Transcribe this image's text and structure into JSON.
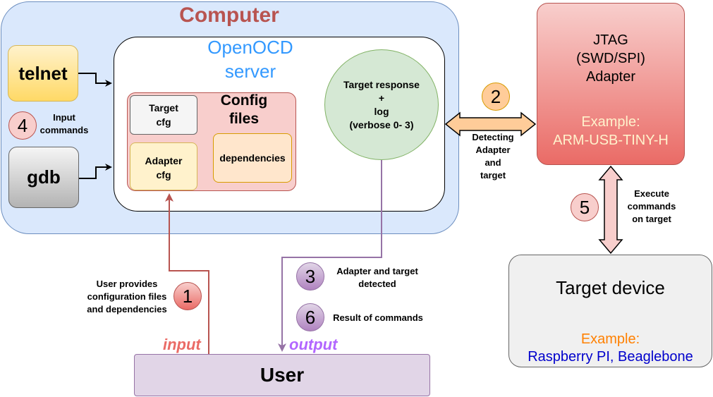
{
  "computer": {
    "title": "Computer"
  },
  "openocd": {
    "title_line1": "OpenOCD",
    "title_line2": "server"
  },
  "clients": {
    "telnet": "telnet",
    "gdb": "gdb"
  },
  "config": {
    "title_line1": "Config",
    "title_line2": "files",
    "target_line1": "Target",
    "target_line2": "cfg",
    "adapter_line1": "Adapter",
    "adapter_line2": "cfg",
    "dependencies": "dependencies"
  },
  "target_response": {
    "line1": "Target response",
    "line2": "+",
    "line3": "log",
    "line4": "(verbose 0- 3)"
  },
  "jtag": {
    "line1": "JTAG",
    "line2": "(SWD/SPI)",
    "line3": "Adapter",
    "example_label": "Example:",
    "example_value": "ARM-USB-TINY-H"
  },
  "target_device": {
    "title": "Target device",
    "example_label": "Example:",
    "example_value": "Raspberry PI, Beaglebone"
  },
  "user": {
    "label": "User"
  },
  "steps": {
    "s1": {
      "number": "1",
      "line1": "User provides",
      "line2": "configuration files",
      "line3": "and dependencies"
    },
    "s2": {
      "number": "2",
      "line1": "Detecting",
      "line2": "Adapter",
      "line3": "and",
      "line4": "target"
    },
    "s3": {
      "number": "3",
      "line1": "Adapter and target",
      "line2": "detected"
    },
    "s4": {
      "number": "4",
      "line1": "Input",
      "line2": "commands"
    },
    "s5": {
      "number": "5",
      "line1": "Execute",
      "line2": "commands",
      "line3": "on target"
    },
    "s6": {
      "number": "6",
      "line1": "Result of commands"
    }
  },
  "flow": {
    "input": "input",
    "output": "output"
  },
  "colors": {
    "computer_bg": "#dae8fc",
    "computer_title": "#b85450",
    "openocd_title": "#3399ff",
    "telnet_bg": "#ffe066",
    "gdb_bg": "#d0d0d0",
    "config_bg": "#f8cecc",
    "adapter_cfg_bg": "#fff2cc",
    "target_resp_bg": "#d5e8d4",
    "jtag_bg": "#ea6b66",
    "device_bg": "#f5f5f5",
    "example_orange": "#ff8000",
    "example_blue": "#0000cc",
    "user_bg": "#e1d5e7",
    "input_color": "#ea6b66",
    "output_color": "#b266ff",
    "input_arrow": "#b85450",
    "output_arrow": "#9673a6",
    "double_arrow_orange": "#ffcc99",
    "double_arrow_pink": "#f8cecc"
  }
}
